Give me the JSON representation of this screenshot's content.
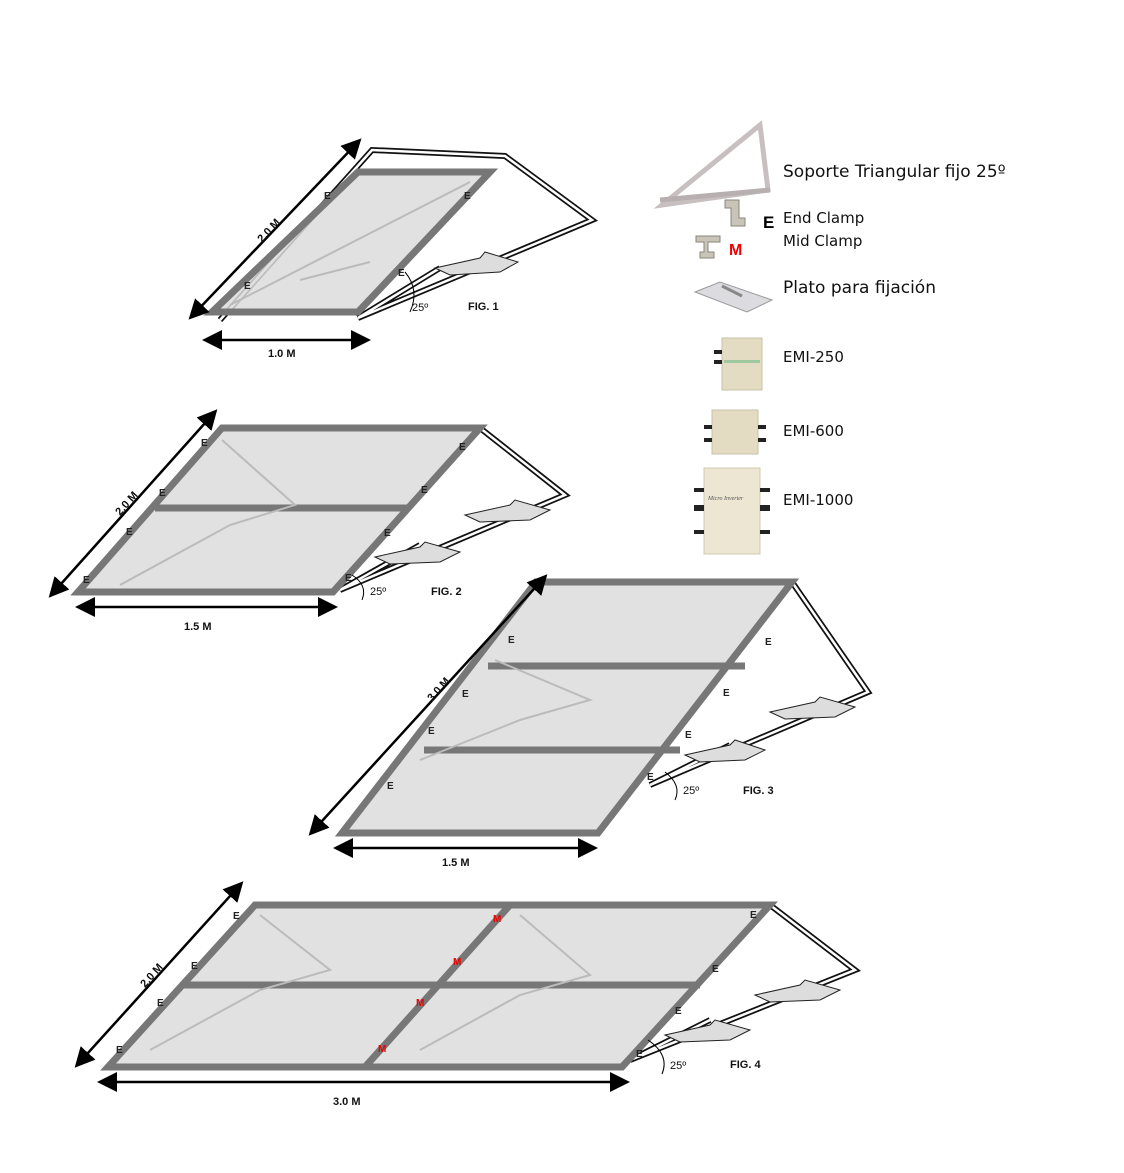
{
  "legend": {
    "support": "Soporte Triangular fijo 25º",
    "end_marker": "E",
    "end_clamp": "End Clamp",
    "mid_marker": "M",
    "mid_clamp": "Mid Clamp",
    "plate": "Plato para fijación",
    "inverters": [
      "EMI-250",
      "EMI-600",
      "EMI-1000"
    ],
    "inverter_print": "Micro Inverter"
  },
  "colors": {
    "mid_clamp": "#e00000",
    "panel_frame": "#777777",
    "inverter": "#e8e2c8"
  },
  "figures": [
    {
      "label": "FIG. 1",
      "angle": "25º",
      "slope_dim": "2.0 M",
      "width_dim": "1.0 M",
      "end_clamps": [
        "E",
        "E",
        "E",
        "E"
      ]
    },
    {
      "label": "FIG. 2",
      "angle": "25º",
      "slope_dim": "2.0 M",
      "width_dim": "1.5 M",
      "end_clamps": [
        "E",
        "E",
        "E",
        "E",
        "E",
        "E",
        "E",
        "E"
      ]
    },
    {
      "label": "FIG. 3",
      "angle": "25º",
      "slope_dim": "3.0 M",
      "width_dim": "1.5 M",
      "end_clamps": [
        "E",
        "E",
        "E",
        "E",
        "E",
        "E",
        "E",
        "E"
      ]
    },
    {
      "label": "FIG. 4",
      "angle": "25º",
      "slope_dim": "2.0 M",
      "width_dim": "3.0 M",
      "end_clamps": [
        "E",
        "E",
        "E",
        "E",
        "E",
        "E",
        "E",
        "E"
      ],
      "mid_clamps": [
        "M",
        "M",
        "M",
        "M"
      ]
    }
  ]
}
